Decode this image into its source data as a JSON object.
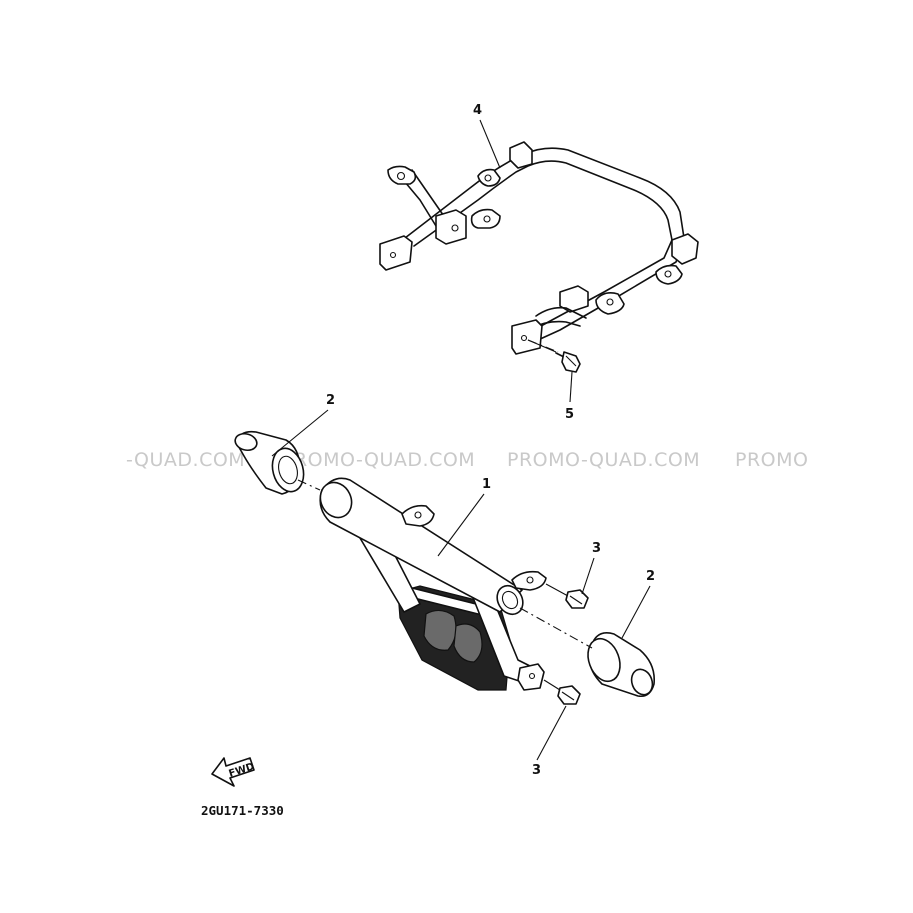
{
  "diagram": {
    "callouts": [
      "4",
      "5",
      "2",
      "1",
      "3",
      "2",
      "3"
    ],
    "watermarks": [
      "-QUAD.COM",
      "PROMO-QUAD.COM",
      "PROMO-QUAD.COM",
      "PROMO"
    ],
    "fwd_label": "FWD",
    "part_code": "2GU171-7330"
  },
  "colors": {
    "ink": "#111111",
    "watermark": "#c9c9c9",
    "background": "#ffffff"
  },
  "icons": {
    "forward_arrow": "fwd-arrow-icon"
  }
}
